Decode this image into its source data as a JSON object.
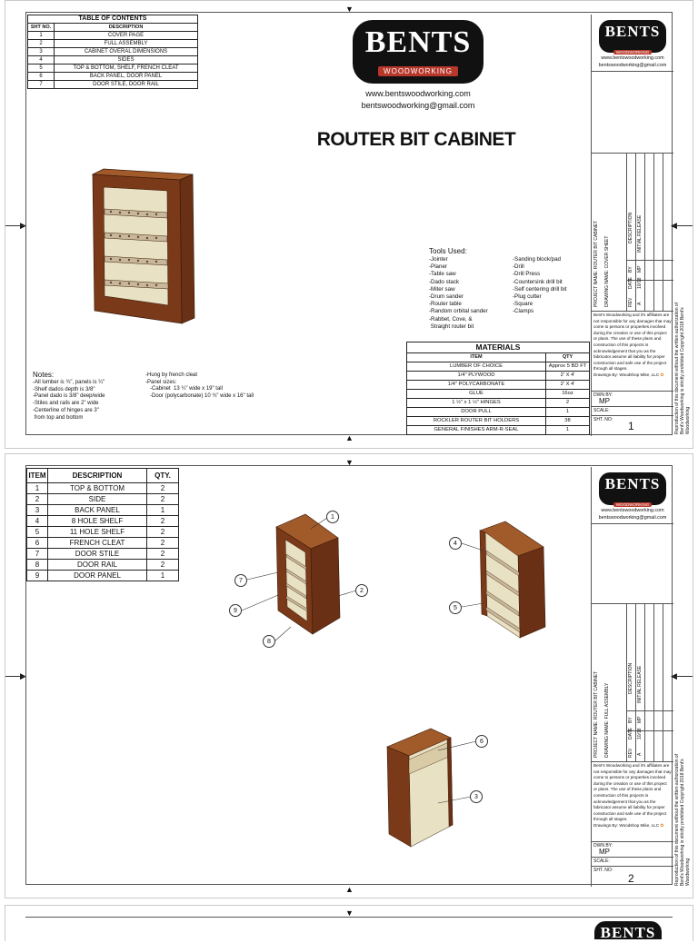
{
  "sheet1": {
    "toc": {
      "title": "TABLE OF CONTENTS",
      "headers": [
        "SHT NO.",
        "DESCRIPTION"
      ],
      "rows": [
        [
          "1",
          "COVER PAGE"
        ],
        [
          "2",
          "FULL ASSEMBLY"
        ],
        [
          "3",
          "CABINET OVERAL DIMENSIONS"
        ],
        [
          "4",
          "SIDES"
        ],
        [
          "5",
          "TOP & BOTTOM, SHELF, FRENCH CLEAT"
        ],
        [
          "6",
          "BACK PANEL, DOOR PANEL"
        ],
        [
          "7",
          "DOOR STILE, DOOR RAIL"
        ]
      ]
    },
    "logo": {
      "main": "BENTS",
      "sub": "WOODWORKING"
    },
    "website": "www.bentswoodworking.com",
    "email": "bentswoodworking@gmail.com",
    "title": "ROUTER BIT CABINET",
    "tools": {
      "heading": "Tools Used:",
      "col1": [
        "-Jointer",
        "-Planer",
        "-Table saw",
        "-Dado stack",
        "-Miter saw",
        "-Drum sander",
        "-Router table",
        "-Random orbital sander",
        "-Rabbet, Cove, &",
        " Straight router bit"
      ],
      "col2": [
        "-Sanding block/pad",
        "-Drill",
        "-Drill Press",
        "-Countersink drill bit",
        "-Self centering drill bit",
        "-Plug cutter",
        "-Square",
        "-Clamps"
      ]
    },
    "notes": {
      "heading": "Notes:",
      "col1": [
        "-All lumber is ¾\", panels is ¼\"",
        "-Shelf dados depth is 3/8\"",
        "-Panel dado is 3/8\" deep/wide",
        "-Stiles and rails are 2\" wide",
        "-Centerline of hinges are 3\"",
        " from top and bottom"
      ],
      "col2": [
        "-Hung by french cleat",
        "-Panel sizes:",
        "   -Cabinet  13 ¼\" wide x 19\" tall",
        "   -Door (polycarbonate) 10 ¾\" wide x 16\" tall"
      ]
    },
    "materials": {
      "title": "MATERIALS",
      "headers": [
        "ITEM",
        "QTY"
      ],
      "rows": [
        [
          "LUMBER OF CHOICE",
          "Approx 5 BD FT"
        ],
        [
          "1/4\" PLYWOOD",
          "2' X 4'"
        ],
        [
          "1/4\" POLYCARBONATE",
          "2' X 4'"
        ],
        [
          "GLUE",
          "16oz"
        ],
        [
          "1 ½\" x 1 ½\" HINGES",
          "2"
        ],
        [
          "DOOR PULL",
          "1"
        ],
        [
          "ROCKLER ROUTER BIT HOLDERS",
          "38"
        ],
        [
          "GENERAL FINISHES ARM-R-SEAL",
          "1"
        ]
      ]
    },
    "titleblock": {
      "website": "www.bentswoodworking.com",
      "email": "bentswoodworking@gmail.com",
      "project": "PROJECT NAME:  ROUTER BIT CABINET",
      "drawing": "DRAWING NAME:  COVER SHEET",
      "rev_headers": [
        "REV",
        "DATE",
        "BY",
        "DESCRIPTION"
      ],
      "rev_row": [
        "A",
        "10/18",
        "MP",
        "INITIAL RELEASE"
      ],
      "disclaimer": "Bent's Woodworking and it's affiliates are not responsible for any damages that may come to persons or properties involved during the creation or use of this project or plans. The use of these plans and construction of this projects is acknowledgement that you as the fabricator assume all liability for proper construction and safe use of the project through all stages.",
      "drawn_by": "Drawings By: Woodshop Mike, LLC",
      "dwn_label": "DWN BY:",
      "dwn_value": "MP",
      "scale_label": "SCALE:",
      "sht_label": "SHT. NO:",
      "sht_value": "1",
      "copyright": "Reproduction of this document without the written authorization of Bent's Woodworking is strictly prohibited Copyright 2018 Bent's Woodworking"
    }
  },
  "sheet2": {
    "parts": {
      "headers": [
        "ITEM",
        "DESCRIPTION",
        "QTY."
      ],
      "rows": [
        [
          "1",
          "TOP & BOTTOM",
          "2"
        ],
        [
          "2",
          "SIDE",
          "2"
        ],
        [
          "3",
          "BACK PANEL",
          "1"
        ],
        [
          "4",
          "8 HOLE SHELF",
          "2"
        ],
        [
          "5",
          "11 HOLE SHELF",
          "2"
        ],
        [
          "6",
          "FRENCH CLEAT",
          "2"
        ],
        [
          "7",
          "DOOR STILE",
          "2"
        ],
        [
          "8",
          "DOOR RAIL",
          "2"
        ],
        [
          "9",
          "DOOR PANEL",
          "1"
        ]
      ]
    },
    "callouts": [
      "1",
      "2",
      "7",
      "9",
      "8",
      "4",
      "5",
      "6",
      "3"
    ],
    "titleblock": {
      "website": "www.bentswoodworking.com",
      "email": "bentswoodworking@gmail.com",
      "project": "PROJECT NAME:  ROUTER BIT CABINET",
      "drawing": "DRAWING NAME:  FULL ASSEMBLY",
      "rev_headers": [
        "REV",
        "DATE",
        "BY",
        "DESCRIPTION"
      ],
      "rev_row": [
        "A",
        "10/18",
        "MP",
        "INITIAL RELEASE"
      ],
      "disclaimer": "Bent's Woodworking and it's affiliates are not responsible for any damages that may come to persons or properties involved during the creation or use of this project or plans. The use of these plans and construction of this projects is acknowledgement that you as the fabricator assume all liability for proper construction and safe use of the project through all stages.",
      "drawn_by": "Drawings By: Woodshop Mike, LLC",
      "dwn_label": "DWN BY:",
      "dwn_value": "MP",
      "scale_label": "SCALE:",
      "sht_label": "SHT. NO:",
      "sht_value": "2",
      "copyright": "Reproduction of this document without the written authorization of Bent's Woodworking is strictly prohibited Copyright 2018 Bent's Woodworking"
    }
  },
  "colors": {
    "wood": "#7a3a1a",
    "wood_light": "#a15a2a",
    "panel": "#e8e1c4",
    "logo_red": "#b7372a"
  }
}
